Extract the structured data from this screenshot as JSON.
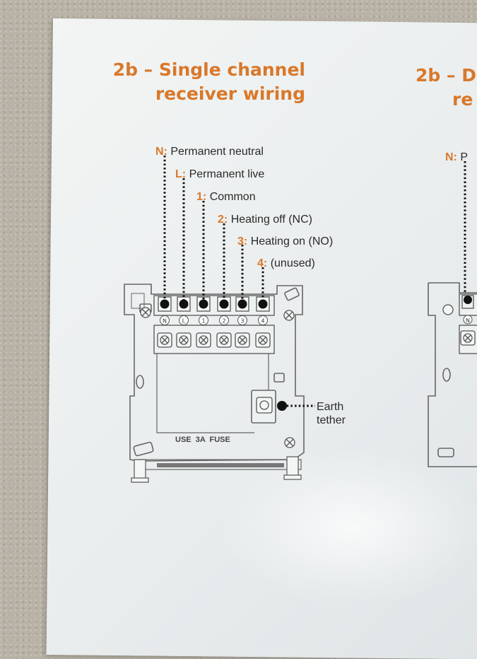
{
  "left_section": {
    "title_line1": "2b – Single channel",
    "title_line2": "receiver wiring",
    "terminals": [
      {
        "key": "N:",
        "desc": "Permanent neutral"
      },
      {
        "key": "L:",
        "desc": "Permanent live"
      },
      {
        "key": "1:",
        "desc": "Common"
      },
      {
        "key": "2:",
        "desc": "Heating off (NC)"
      },
      {
        "key": "3:",
        "desc": "Heating on (NO)"
      },
      {
        "key": "4:",
        "desc": "(unused)"
      }
    ],
    "terminal_markings": [
      "N",
      "L",
      "1",
      "2",
      "3",
      "4"
    ],
    "earth_label_line1": "Earth",
    "earth_label_line2": "tether",
    "fuse_text": "USE  3A  FUSE"
  },
  "right_section": {
    "title_line1": "2b – D",
    "title_line2": "re",
    "first_key": "N:",
    "first_desc": "P",
    "terminal_marking": "N"
  }
}
